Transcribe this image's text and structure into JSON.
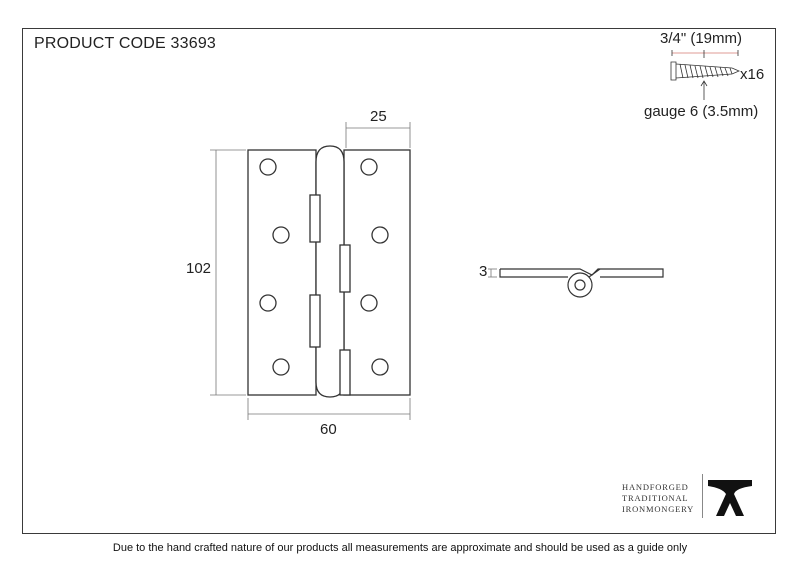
{
  "product_code": "PRODUCT CODE 33693",
  "screw": {
    "length": "3/4\" (19mm)",
    "quantity": "x16",
    "gauge": "gauge 6 (3.5mm)"
  },
  "dimensions": {
    "leaf_width": "25",
    "height": "102",
    "total_width": "60",
    "thickness": "3"
  },
  "brand": {
    "line1": "HANDFORGED",
    "line2": "TRADITIONAL",
    "line3": "IRONMONGERY"
  },
  "disclaimer": "Due to the hand crafted nature of our products all measurements are approximate and should be used as a guide only"
}
